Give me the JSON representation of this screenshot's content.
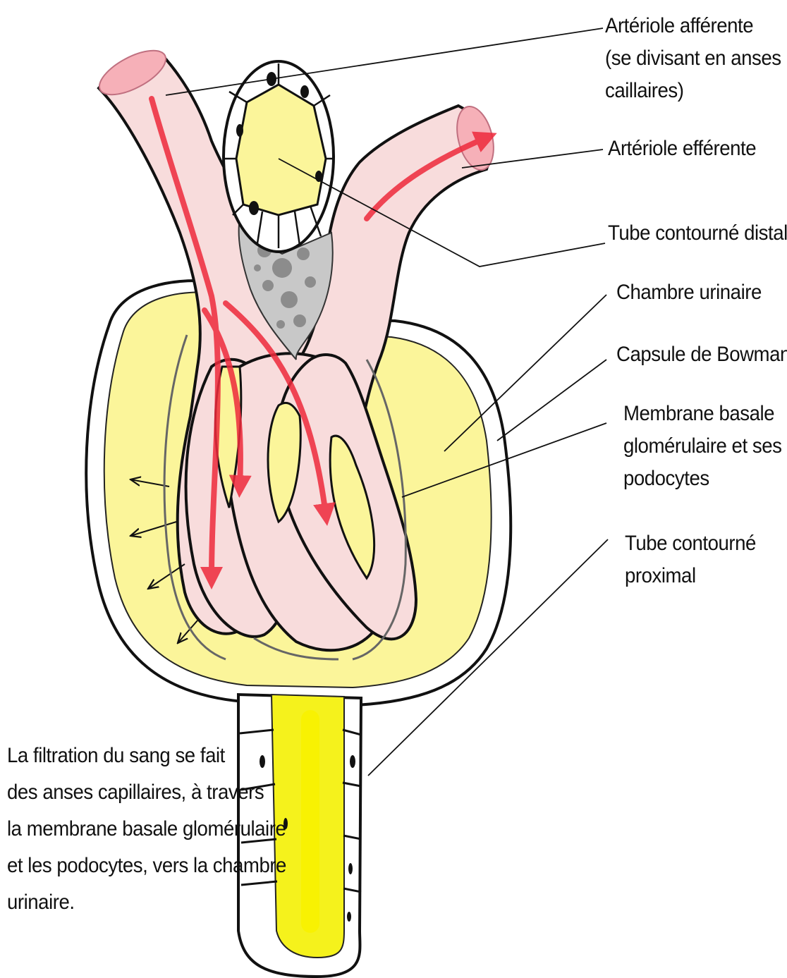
{
  "labels": {
    "afferent": [
      "Artériole afférente",
      "(se divisant en anses",
      "caillaires)"
    ],
    "efferent": "Artériole efférente",
    "distal": "Tube contourné distal",
    "urinary_chamber": "Chambre urinaire",
    "bowman": "Capsule de Bowman",
    "membrane": [
      "Membrane basale",
      "glomérulaire et ses",
      "podocytes"
    ],
    "proximal": [
      "Tube contourné",
      "proximal"
    ]
  },
  "caption": [
    "La filtration du sang se fait",
    "des anses capillaires, à travers",
    "la membrane basale glomérulaire",
    "et les podocytes, vers la chambre",
    "urinaire."
  ],
  "colors": {
    "vessel": "#f8dcdc",
    "vessel_outline": "#111111",
    "chamber": "#fbf59a",
    "urine": "#f5f21c",
    "blood_arrow": "#ee2a3c",
    "macula": "#c8c8c8"
  }
}
